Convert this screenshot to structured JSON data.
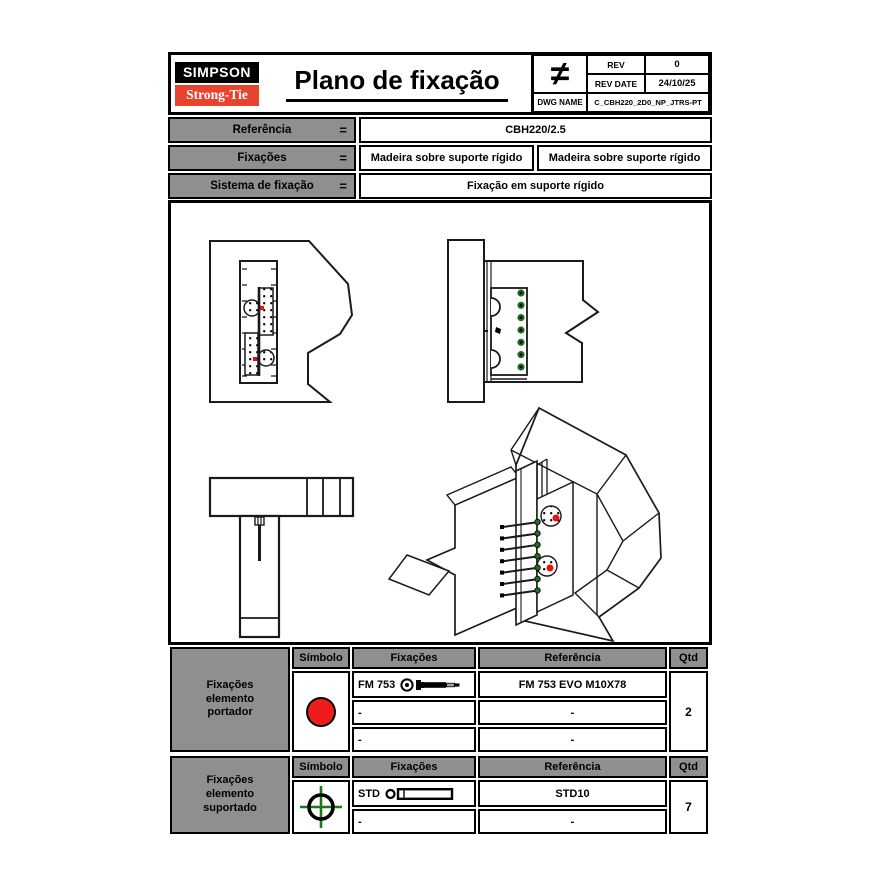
{
  "header": {
    "logo_line1": "SIMPSON",
    "logo_line2": "Strong-Tie",
    "title": "Plano de fixação",
    "symbol": "≠",
    "rev": {
      "label": "REV",
      "value": "0"
    },
    "rev_date": {
      "label": "REV DATE",
      "value": "24/10/25"
    },
    "dwg": {
      "label": "DWG NAME",
      "value": "C_CBH220_2D0_NP_JTRS-PT"
    }
  },
  "reference_table": {
    "rows": [
      {
        "label": "Referência",
        "eq": "=",
        "values": [
          "CBH220/2.5"
        ]
      },
      {
        "label": "Fixações",
        "eq": "=",
        "values": [
          "Madeira sobre suporte rígido",
          "Madeira sobre suporte rígido"
        ]
      },
      {
        "label": "Sistema de fixação",
        "eq": "=",
        "values": [
          "Fixação em suporte rígido"
        ]
      }
    ]
  },
  "fixings_tables": [
    {
      "group_label": "Fixações\nelemento\nportador",
      "col_symbol": "Símbolo",
      "col_fixings": "Fixações",
      "col_reference": "Referência",
      "col_qty": "Qtd",
      "symbol": "red-filled-circle",
      "rows": [
        {
          "fixing": "FM 753",
          "reference": "FM 753 EVO M10X78"
        },
        {
          "fixing": "-",
          "reference": "-"
        },
        {
          "fixing": "-",
          "reference": "-"
        }
      ],
      "qty": "2"
    },
    {
      "group_label": "Fixações\nelemento\nsuportado",
      "col_symbol": "Símbolo",
      "col_fixings": "Fixações",
      "col_reference": "Referência",
      "col_qty": "Qtd",
      "symbol": "green-crosshair-circle",
      "rows": [
        {
          "fixing": "STD",
          "reference": "STD10"
        },
        {
          "fixing": "-",
          "reference": "-"
        }
      ],
      "qty": "7"
    }
  ],
  "colors": {
    "logo_red": "#e8432d",
    "anchor_symbol_red": "#ee1c1c",
    "screw_symbol_green": "#1a7a1a",
    "table_header_gray": "#8f8f8f"
  }
}
